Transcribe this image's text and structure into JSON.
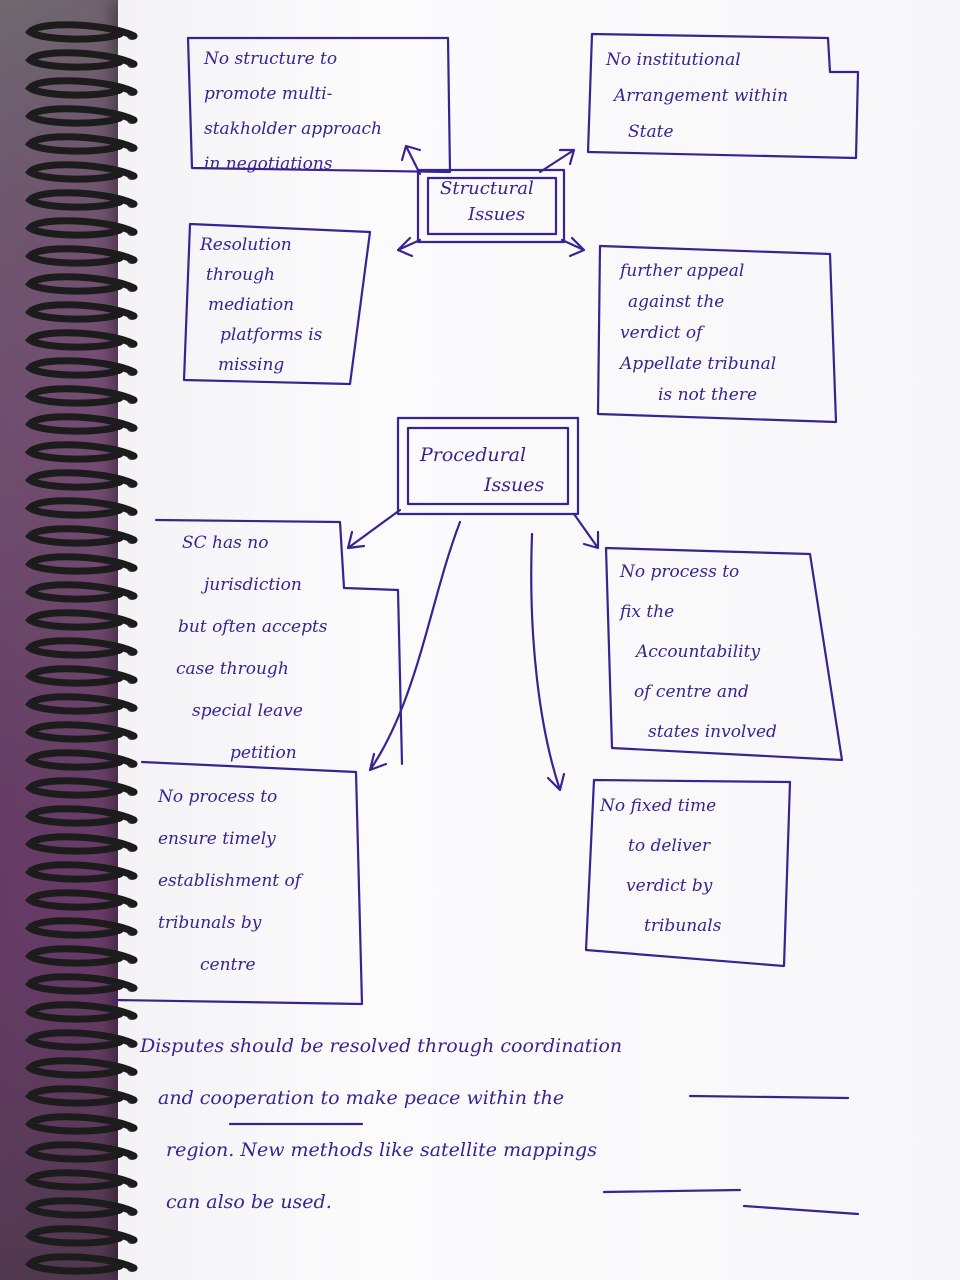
{
  "page": {
    "paper_color": "#f7f7f9",
    "ink_color": "#3a2390",
    "binding_color": "#1c1c1c"
  },
  "hubs": {
    "structural": [
      "Structural",
      "Issues"
    ],
    "procedural": [
      "Procedural",
      "Issues"
    ]
  },
  "structural_boxes": {
    "top_left": [
      "No structure to",
      "promote multi-",
      "stakholder approach",
      "in negotiations"
    ],
    "top_right": [
      "No institutional",
      "Arrangement within",
      "State"
    ],
    "mid_left": [
      "Resolution",
      "through",
      "mediation",
      "platforms is",
      "missing"
    ],
    "mid_right": [
      "further appeal",
      "against the",
      "verdict of",
      "Appellate tribunal",
      "is not there"
    ]
  },
  "procedural_boxes": {
    "left_upper": [
      "SC has no",
      "jurisdiction",
      "but often accepts",
      "case through",
      "special leave",
      "petition"
    ],
    "right_upper": [
      "No process to",
      "fix the",
      "Accountability",
      "of centre and",
      "states involved"
    ],
    "left_lower": [
      "No process to",
      "ensure timely",
      "establishment of",
      "tribunals by",
      "centre"
    ],
    "right_lower": [
      "No fixed time",
      "to deliver",
      "verdict by",
      "tribunals"
    ]
  },
  "conclusion": [
    "Disputes should be resolved through coordination",
    "and cooperation to make peace within the",
    "region. New methods like satellite mappings",
    "can also be used."
  ]
}
